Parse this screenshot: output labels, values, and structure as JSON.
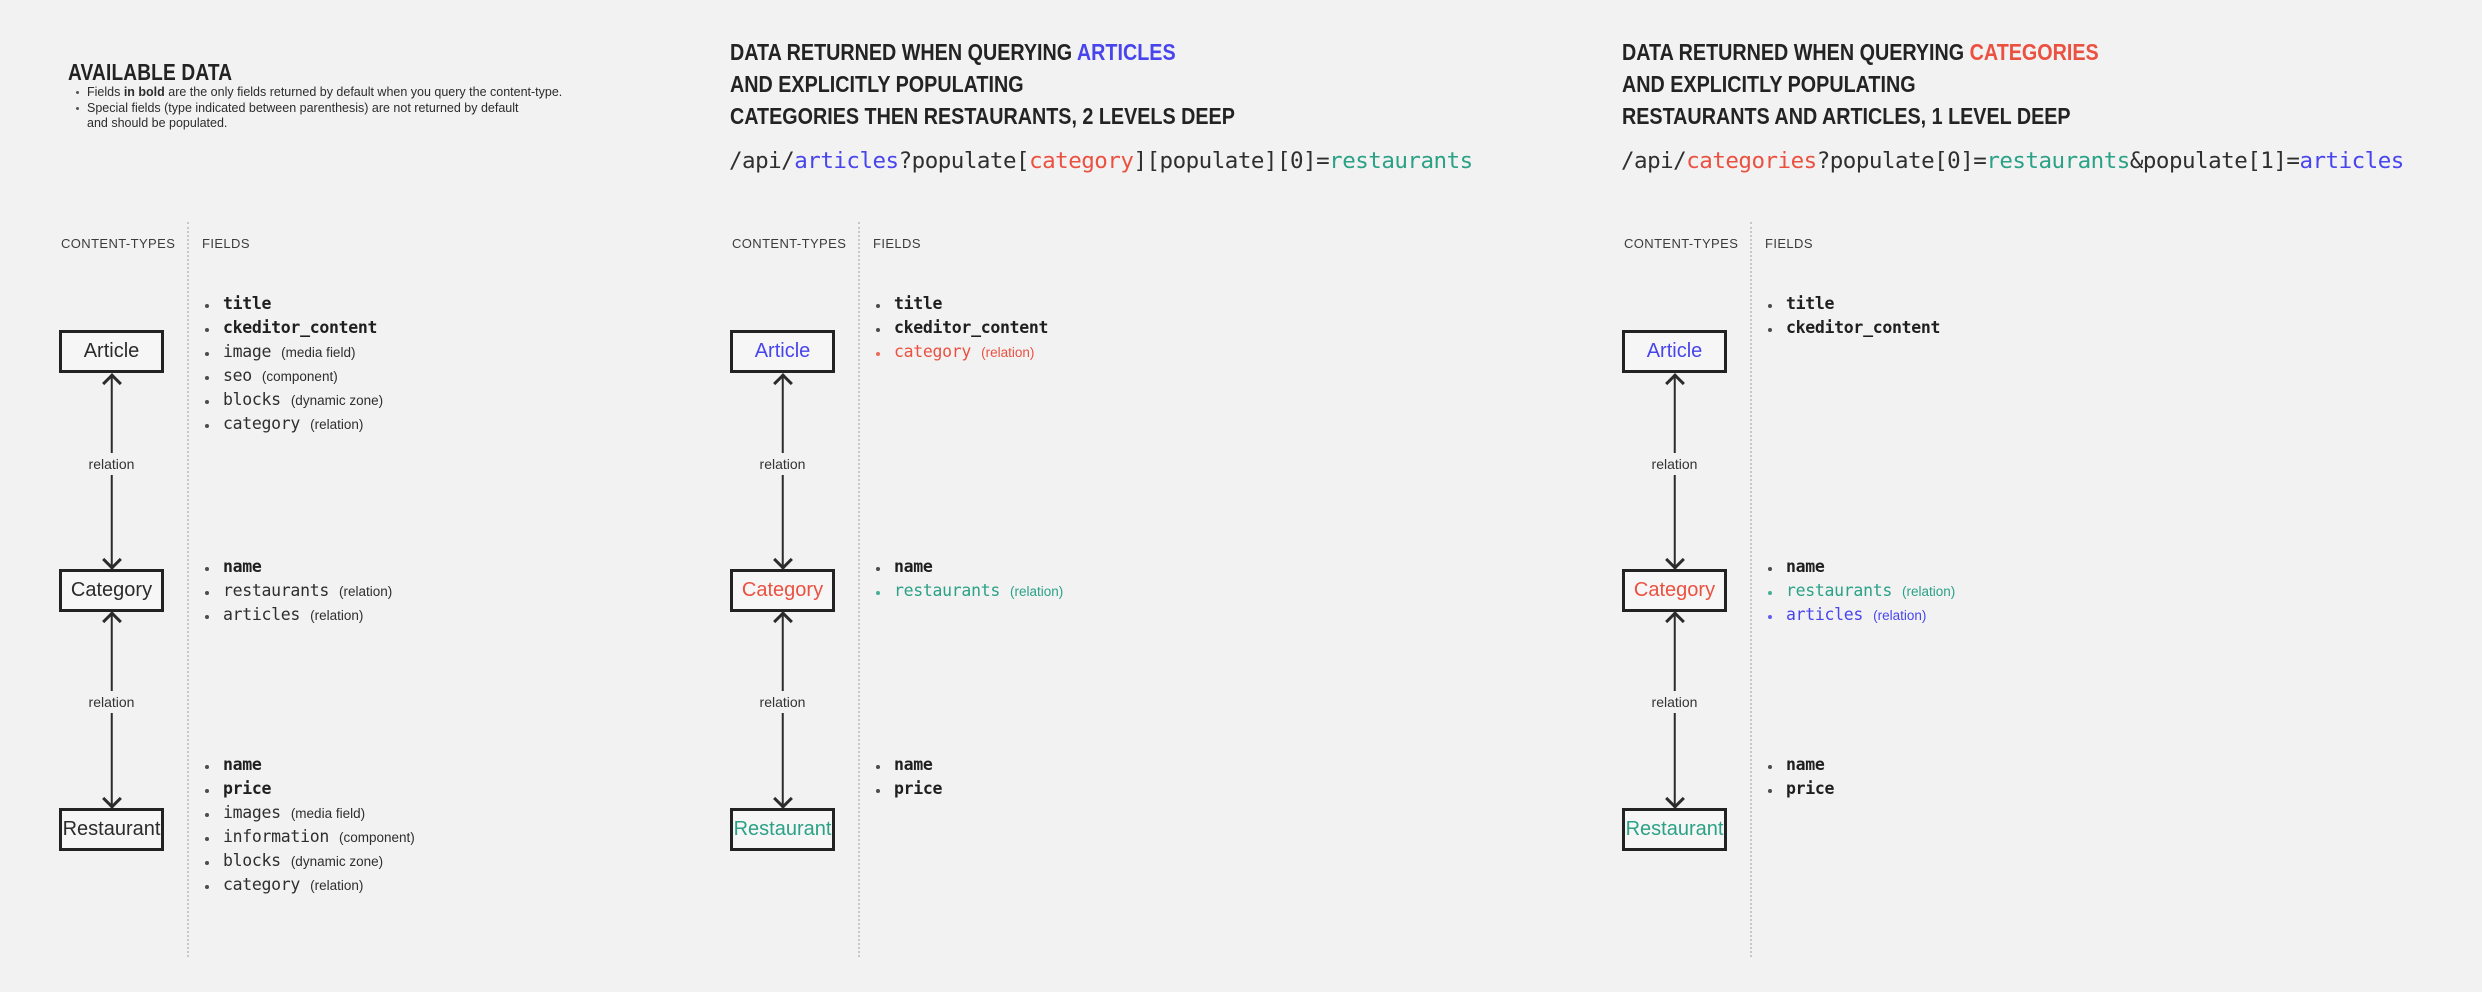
{
  "colors": {
    "ink": "#232323",
    "blue": "#4845ec",
    "red": "#eb5140",
    "teal": "#2ba186"
  },
  "relation_label": "relation",
  "panels": [
    {
      "title": "AVAILABLE DATA",
      "notes": [
        {
          "pre": "Fields ",
          "bold": "in bold",
          "post": " are the only fields returned by default when you query the content-type."
        },
        {
          "text": "Special fields (type indicated between parenthesis) are not returned by default",
          "text2": "and should be populated."
        }
      ],
      "columns": {
        "left": "CONTENT-TYPES",
        "right": "FIELDS"
      },
      "boxes": [
        {
          "label": "Article"
        },
        {
          "label": "Category"
        },
        {
          "label": "Restaurant"
        }
      ],
      "fields": {
        "article": [
          {
            "name": "title"
          },
          {
            "name": "ckeditor_content"
          },
          {
            "name": "image",
            "type": "(media field)"
          },
          {
            "name": "seo",
            "type": "(component)"
          },
          {
            "name": "blocks",
            "type": "(dynamic zone)"
          },
          {
            "name": "category",
            "type": "(relation)"
          }
        ],
        "category": [
          {
            "name": "name"
          },
          {
            "name": "restaurants",
            "type": "(relation)"
          },
          {
            "name": "articles",
            "type": "(relation)"
          }
        ],
        "restaurant": [
          {
            "name": "name"
          },
          {
            "name": "price"
          },
          {
            "name": "images",
            "type": "(media field)"
          },
          {
            "name": "information",
            "type": "(component)"
          },
          {
            "name": "blocks",
            "type": "(dynamic zone)"
          },
          {
            "name": "category",
            "type": "(relation)"
          }
        ]
      }
    },
    {
      "title_lines": [
        {
          "pre": "DATA RETURNED WHEN QUERYING ",
          "key": "ARTICLES",
          "key_color": "#4845ec"
        },
        {
          "text": "AND EXPLICITLY POPULATING"
        },
        {
          "text": "CATEGORIES THEN RESTAURANTS, 2 LEVELS DEEP"
        }
      ],
      "api": {
        "segments": [
          {
            "text": "/api/"
          },
          {
            "text": "articles",
            "color": "#4845ec"
          },
          {
            "text": "?populate["
          },
          {
            "text": "category",
            "color": "#eb5140"
          },
          {
            "text": "][populate][0]="
          },
          {
            "text": "restaurants",
            "color": "#2ba186"
          }
        ]
      },
      "columns": {
        "left": "CONTENT-TYPES",
        "right": "FIELDS"
      },
      "boxes": [
        {
          "label": "Article",
          "color": "#4845ec"
        },
        {
          "label": "Category",
          "color": "#eb5140"
        },
        {
          "label": "Restaurant",
          "color": "#2ba186"
        }
      ],
      "fields": {
        "article": [
          {
            "name": "title"
          },
          {
            "name": "ckeditor_content"
          },
          {
            "name": "category",
            "type": "(relation)",
            "color": "#eb5140"
          }
        ],
        "category": [
          {
            "name": "name"
          },
          {
            "name": "restaurants",
            "type": "(relation)",
            "color": "#2ba186"
          }
        ],
        "restaurant": [
          {
            "name": "name"
          },
          {
            "name": "price"
          }
        ]
      }
    },
    {
      "title_lines": [
        {
          "pre": "DATA RETURNED WHEN QUERYING ",
          "key": "CATEGORIES",
          "key_color": "#eb5140"
        },
        {
          "text": "AND EXPLICITLY POPULATING"
        },
        {
          "text": "RESTAURANTS AND ARTICLES, 1 LEVEL DEEP"
        }
      ],
      "api": {
        "segments": [
          {
            "text": "/api/"
          },
          {
            "text": "categories",
            "color": "#eb5140"
          },
          {
            "text": "?populate[0]="
          },
          {
            "text": "restaurants",
            "color": "#2ba186"
          },
          {
            "text": "&populate[1]="
          },
          {
            "text": "articles",
            "color": "#4845ec"
          }
        ]
      },
      "columns": {
        "left": "CONTENT-TYPES",
        "right": "FIELDS"
      },
      "boxes": [
        {
          "label": "Article",
          "color": "#4845ec"
        },
        {
          "label": "Category",
          "color": "#eb5140"
        },
        {
          "label": "Restaurant",
          "color": "#2ba186"
        }
      ],
      "fields": {
        "article": [
          {
            "name": "title"
          },
          {
            "name": "ckeditor_content"
          }
        ],
        "category": [
          {
            "name": "name"
          },
          {
            "name": "restaurants",
            "type": "(relation)",
            "color": "#2ba186"
          },
          {
            "name": "articles",
            "type": "(relation)",
            "color": "#4845ec"
          }
        ],
        "restaurant": [
          {
            "name": "name"
          },
          {
            "name": "price"
          }
        ]
      }
    }
  ]
}
